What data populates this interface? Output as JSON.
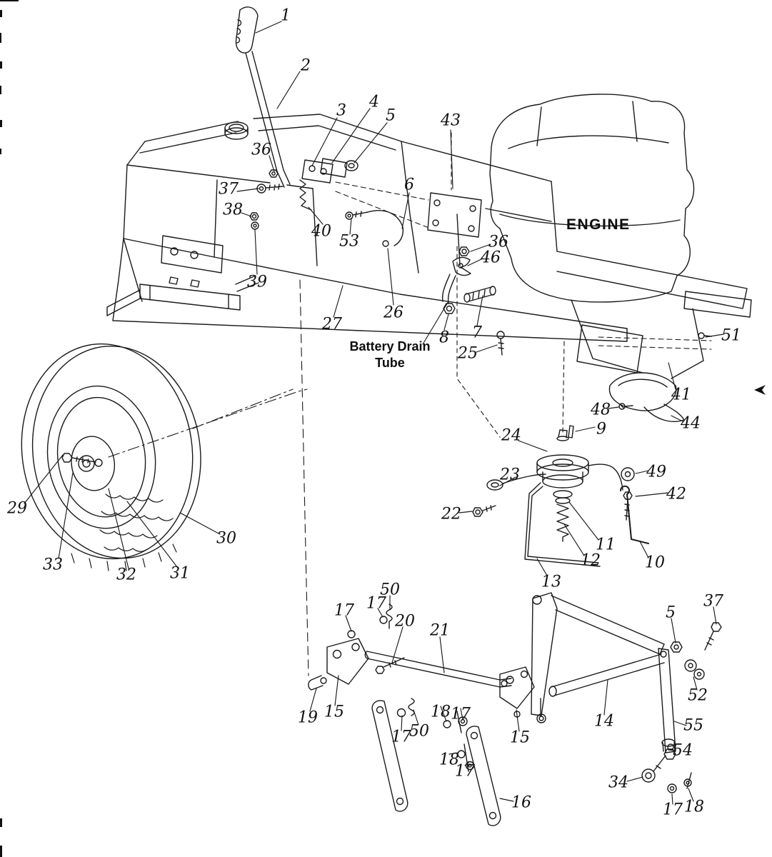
{
  "diagram": {
    "engine_label": "ENGINE",
    "battery_label": {
      "line1": "Battery Drain",
      "line2": "Tube"
    },
    "callouts": [
      {
        "text": "1"
      },
      {
        "text": "2"
      },
      {
        "text": "3"
      },
      {
        "text": "4"
      },
      {
        "text": "5"
      },
      {
        "text": "43"
      },
      {
        "text": "36"
      },
      {
        "text": "37"
      },
      {
        "text": "38"
      },
      {
        "text": "40"
      },
      {
        "text": "53"
      },
      {
        "text": "6"
      },
      {
        "text": "26"
      },
      {
        "text": "36"
      },
      {
        "text": "46"
      },
      {
        "text": "39"
      },
      {
        "text": "27"
      },
      {
        "text": "8"
      },
      {
        "text": "7"
      },
      {
        "text": "25"
      },
      {
        "text": "51"
      },
      {
        "text": "41"
      },
      {
        "text": "48"
      },
      {
        "text": "44"
      },
      {
        "text": "9"
      },
      {
        "text": "24"
      },
      {
        "text": "23"
      },
      {
        "text": "49"
      },
      {
        "text": "42"
      },
      {
        "text": "22"
      },
      {
        "text": "11"
      },
      {
        "text": "12"
      },
      {
        "text": "10"
      },
      {
        "text": "13"
      },
      {
        "text": "29"
      },
      {
        "text": "33"
      },
      {
        "text": "32"
      },
      {
        "text": "31"
      },
      {
        "text": "30"
      },
      {
        "text": "50"
      },
      {
        "text": "17"
      },
      {
        "text": "17"
      },
      {
        "text": "20"
      },
      {
        "text": "21"
      },
      {
        "text": "5"
      },
      {
        "text": "37"
      },
      {
        "text": "19"
      },
      {
        "text": "15"
      },
      {
        "text": "17"
      },
      {
        "text": "50"
      },
      {
        "text": "18"
      },
      {
        "text": "17"
      },
      {
        "text": "15"
      },
      {
        "text": "14"
      },
      {
        "text": "52"
      },
      {
        "text": "55"
      },
      {
        "text": "54"
      },
      {
        "text": "34"
      },
      {
        "text": "18"
      },
      {
        "text": "17"
      },
      {
        "text": "16"
      },
      {
        "text": "17"
      },
      {
        "text": "18"
      }
    ]
  }
}
